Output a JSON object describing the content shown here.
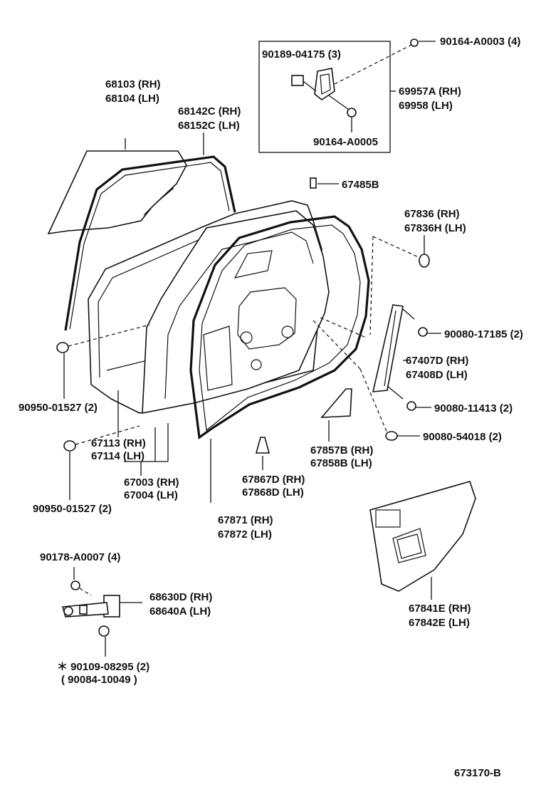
{
  "diagram_code": "673170-B",
  "labels": {
    "p90164_a0003": "90164-A0003 (4)",
    "p90189_04175": "90189-04175 (3)",
    "p69957a": "69957A (RH)",
    "p69958": "69958   (LH)",
    "p90164_a0005": "90164-A0005",
    "p68103": "68103 (RH)",
    "p68104": "68104 (LH)",
    "p68142c": "68142C (RH)",
    "p68152c": "68152C (LH)",
    "p67485b": "67485B",
    "p67836": "67836   (RH)",
    "p67836h": "67836H (LH)",
    "p90080_17185": "90080-17185 (2)",
    "p67407d": "67407D (RH)",
    "p67408d": "67408D (LH)",
    "p90080_11413": "90080-11413 (2)",
    "p90080_54018": "90080-54018 (2)",
    "p90950_01527_a": "90950-01527 (2)",
    "p67113": "67113 (RH)",
    "p67114": "67114 (LH)",
    "p67857b": "67857B (RH)",
    "p67858b": "67858B (LH)",
    "p90950_01527_b": "90950-01527 (2)",
    "p67003": "67003 (RH)",
    "p67004": "67004 (LH)",
    "p67867d": "67867D (RH)",
    "p67868d": "67868D (LH)",
    "p67871": "67871 (RH)",
    "p67872": "67872 (LH)",
    "p90178_a0007": "90178-A0007 (4)",
    "p68630d": "68630D (RH)",
    "p68640a": "68640A (LH)",
    "p90109_08295": "＊ 90109-08295 (2)",
    "p90084_10049": "( 90084-10049 )",
    "p67841e": "67841E (RH)",
    "p67842e": "67842E (LH)"
  }
}
